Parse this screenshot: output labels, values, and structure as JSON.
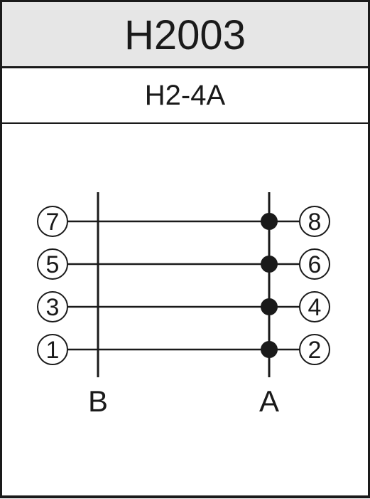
{
  "header": {
    "model": "H2003",
    "subtitle": "H2-4A"
  },
  "diagram": {
    "side_labels": {
      "left": "B",
      "right": "A"
    },
    "rows": [
      {
        "left_pin": "7",
        "right_pin": "8"
      },
      {
        "left_pin": "5",
        "right_pin": "6"
      },
      {
        "left_pin": "3",
        "right_pin": "4"
      },
      {
        "left_pin": "1",
        "right_pin": "2"
      }
    ]
  },
  "colors": {
    "line": "#1a1a1a",
    "header_bg": "#e6e6e6",
    "background": "#ffffff"
  }
}
